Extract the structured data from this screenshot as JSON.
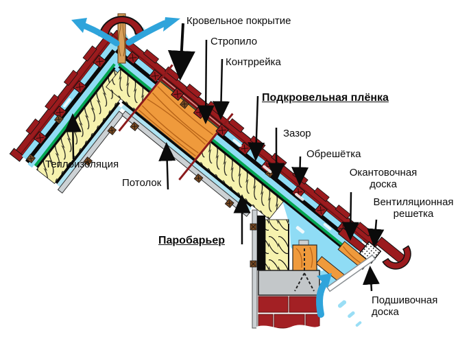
{
  "labels": {
    "roof_covering": "Кровельное покрытие",
    "rafter": "Стропило",
    "counter_batten": "Контррейка",
    "underlay_film": "Подкровельная плёнка",
    "gap": "Зазор",
    "lathing": "Обрешётка",
    "edging_board": "Окантовочная доска",
    "vent_grille": "Вентиляционная решетка",
    "insulation": "Теплоизоляция",
    "ceiling": "Потолок",
    "vapor_barrier": "Паробарьер",
    "soffit_board": "Подшивочная доска"
  },
  "colors": {
    "tile_red": "#9B1B1E",
    "brick_red": "#A32024",
    "vent_blue": "#8FDCF5",
    "inner_blue": "#AEE3F2",
    "arrow_blue": "#2FA4DB",
    "film_green": "#00A651",
    "insulation_yellow": "#F6F2AE",
    "wood_orange": "#EF9A3C",
    "wood_tan": "#D9A05A",
    "ceiling_gray": "#CCD1D4",
    "block_gray": "#C3C7C9",
    "clip_brown": "#7A4A22"
  }
}
